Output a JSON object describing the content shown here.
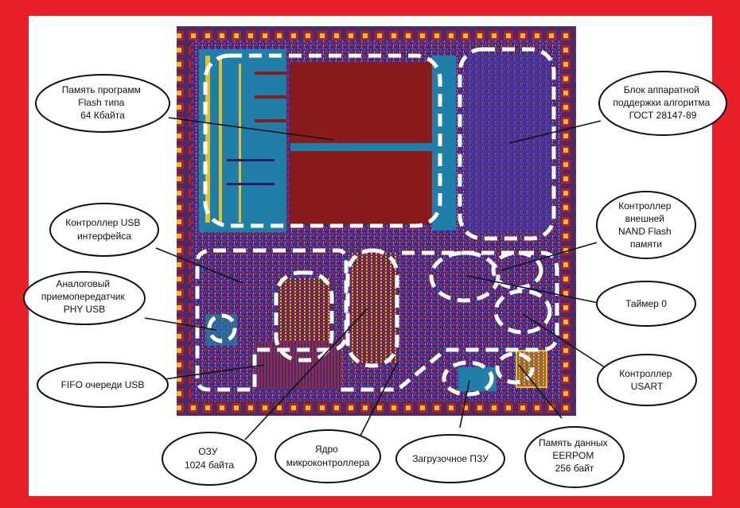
{
  "colors": {
    "frame": "#e8202a",
    "die_base": "#2a1a6e",
    "die_metal": "#8b1a1a",
    "die_teal": "#1f7fa8",
    "die_yellow": "#e3c12a",
    "die_blue": "#3a3aa8",
    "block_outline": "#ffffff"
  },
  "labels": [
    {
      "id": "flash",
      "lines": [
        "Память программ",
        "Flash типа",
        "64 Кбайта"
      ]
    },
    {
      "id": "gost",
      "lines": [
        "Блок аппаратной",
        "поддержки алгоритма",
        "ГОСТ 28147-89"
      ]
    },
    {
      "id": "usb-ctrl",
      "lines": [
        "Контроллер USB",
        "интерфейса"
      ]
    },
    {
      "id": "nand",
      "lines": [
        "Контроллер",
        "внешней",
        "NAND Flash",
        "памяти"
      ]
    },
    {
      "id": "phy",
      "lines": [
        "Аналоговый",
        "приемопередатчик",
        "PHY USB"
      ]
    },
    {
      "id": "timer",
      "lines": [
        "Таймер 0"
      ]
    },
    {
      "id": "fifo",
      "lines": [
        "FIFO очереди USB"
      ]
    },
    {
      "id": "usart",
      "lines": [
        "Контроллер",
        "USART"
      ]
    },
    {
      "id": "ram",
      "lines": [
        "ОЗУ",
        "1024 байта"
      ]
    },
    {
      "id": "core",
      "lines": [
        "Ядро",
        "микроконтроллера"
      ]
    },
    {
      "id": "rom",
      "lines": [
        "Загрузочное ПЗУ"
      ]
    },
    {
      "id": "eeprom",
      "lines": [
        "Память данных",
        "EERPOM",
        "256 байт"
      ]
    }
  ]
}
